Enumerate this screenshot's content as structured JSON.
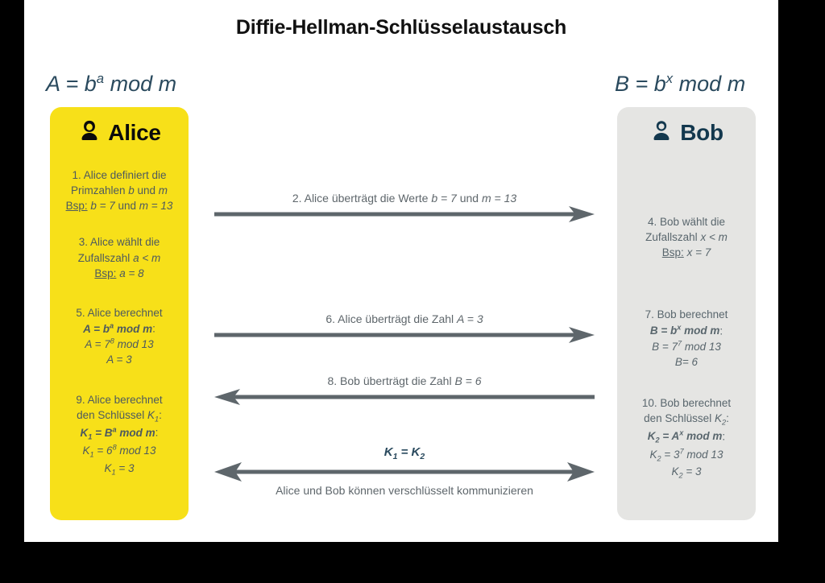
{
  "title": "Diffie-Hellman-Schlüsselaustausch",
  "colors": {
    "alice_panel": "#F7E019",
    "bob_panel": "#E5E5E3",
    "navy": "#2A4A5E",
    "arrow_gray": "#5E666B",
    "backdrop": "#000000"
  },
  "formulas": {
    "left": {
      "base": "A = b",
      "exp": "a",
      "tail": " mod m"
    },
    "right": {
      "base": "B = b",
      "exp": "x",
      "tail": " mod m"
    }
  },
  "alice": {
    "name": "Alice",
    "icon": "person-female-icon",
    "steps": [
      {
        "id": "a-step1",
        "lines": [
          {
            "text": "1. Alice definiert die"
          },
          {
            "text": "Primzahlen b und m",
            "italic_parts": [
              "b",
              "m"
            ]
          },
          {
            "text": "Bsp: b = 7 und m = 13",
            "underline": "Bsp:"
          }
        ]
      },
      {
        "id": "a-step3",
        "lines": [
          {
            "text": "3. Alice wählt die"
          },
          {
            "text": "Zufallszahl a < m"
          },
          {
            "text": "Bsp: a = 8",
            "underline": "Bsp:"
          }
        ]
      },
      {
        "id": "a-step5",
        "lines": [
          {
            "text": "5. Alice berechnet"
          },
          {
            "text": "A = ba mod m:",
            "bold": true
          },
          {
            "text": "A = 78 mod 13"
          },
          {
            "text": "A = 3"
          }
        ]
      },
      {
        "id": "a-step9",
        "lines": [
          {
            "text": "9. Alice berechnet"
          },
          {
            "text": "den Schlüssel K1:"
          },
          {
            "text": "K1 = Ba mod m:",
            "bold": true
          },
          {
            "text": "K1 = 68 mod 13"
          },
          {
            "text": "K1 = 3"
          }
        ]
      }
    ]
  },
  "bob": {
    "name": "Bob",
    "icon": "person-male-icon",
    "steps": [
      {
        "id": "b-step4",
        "lines": [
          {
            "text": "4. Bob wählt die"
          },
          {
            "text": "Zufallszahl x < m"
          },
          {
            "text": "Bsp: x = 7",
            "underline": "Bsp:"
          }
        ]
      },
      {
        "id": "b-step7",
        "lines": [
          {
            "text": "7. Bob berechnet"
          },
          {
            "text": "B = bx mod m:",
            "bold": true
          },
          {
            "text": "B = 77 mod 13"
          },
          {
            "text": "B= 6"
          }
        ]
      },
      {
        "id": "b-step10",
        "lines": [
          {
            "text": "10. Bob berechnet"
          },
          {
            "text": "den Schlüssel K2:"
          },
          {
            "text": "K2 = Ax mod m:",
            "bold": true
          },
          {
            "text": "K2 = 37 mod 13"
          },
          {
            "text": "K2 = 3"
          }
        ]
      }
    ]
  },
  "arrows": [
    {
      "id": "arrow1",
      "direction": "right",
      "label_above": "2. Alice überträgt die Werte b = 7 und m = 13",
      "label_below": ""
    },
    {
      "id": "arrow2",
      "direction": "right",
      "label_above": "6. Alice überträgt die Zahl A = 3",
      "label_below": ""
    },
    {
      "id": "arrow3",
      "direction": "left",
      "label_above": "8. Bob überträgt die Zahl B = 6",
      "label_below": ""
    },
    {
      "id": "arrow4",
      "direction": "both",
      "label_key": "K1 = K2",
      "label_below": "Alice und Bob können verschlüsselt kommunizieren"
    }
  ]
}
